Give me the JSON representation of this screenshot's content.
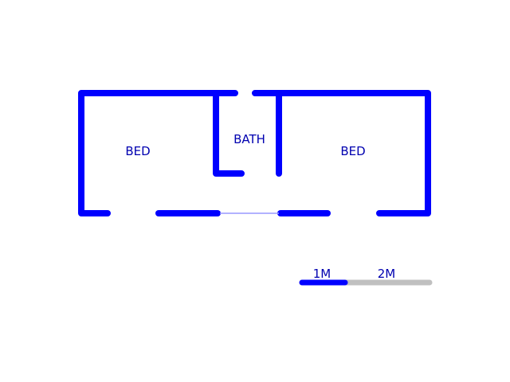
{
  "colors": {
    "wall": "#0000ff",
    "label": "#0000b0",
    "opening_line": "#9999ff",
    "scale_filled": "#0000ff",
    "scale_empty": "#c0c0c0",
    "background": "#ffffff"
  },
  "rooms": [
    {
      "label": "BED"
    },
    {
      "label": "BATH"
    },
    {
      "label": "BED"
    }
  ],
  "scale_bar": {
    "label_1": "1M",
    "label_2": "2M"
  }
}
